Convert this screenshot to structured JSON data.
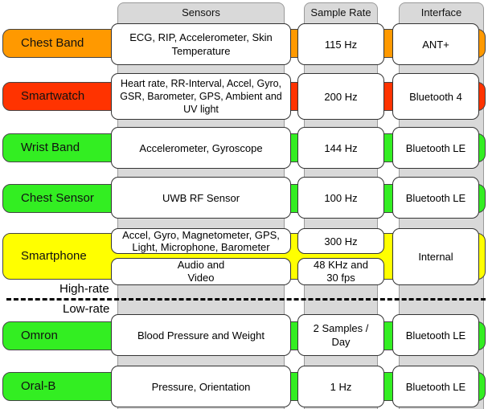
{
  "columns": {
    "sensors": "Sensors",
    "sample_rate": "Sample Rate",
    "interface": "Interface"
  },
  "colors": {
    "orange": "#ff9900",
    "red": "#ff3300",
    "green": "#33ee22",
    "yellow": "#ffff00"
  },
  "devices": [
    {
      "name": "Chest Band",
      "color": "orange",
      "sensors": "ECG, RIP, Accelerometer, Skin Temperature",
      "rate": "115 Hz",
      "interface": "ANT+"
    },
    {
      "name": "Smartwatch",
      "color": "red",
      "sensors": "Heart rate, RR-Interval, Accel, Gyro, GSR, Barometer, GPS, Ambient and UV light",
      "rate": "200 Hz",
      "interface": "Bluetooth 4"
    },
    {
      "name": "Wrist Band",
      "color": "green",
      "sensors": "Accelerometer, Gyroscope",
      "rate": "144 Hz",
      "interface": "Bluetooth LE"
    },
    {
      "name": "Chest Sensor",
      "color": "green",
      "sensors": "UWB RF Sensor",
      "rate": "100 Hz",
      "interface": "Bluetooth LE"
    },
    {
      "name": "Smartphone",
      "color": "yellow",
      "sensors": "Accel, Gyro, Magnetometer, GPS, Light, Microphone, Barometer",
      "rate": "300 Hz",
      "sensors2": "Audio and Video",
      "rate2": "48 KHz and 30 fps",
      "interface": "Internal"
    },
    {
      "name": "Omron",
      "color": "green",
      "sensors": "Blood Pressure and Weight",
      "rate": "2 Samples / Day",
      "interface": "Bluetooth LE"
    },
    {
      "name": "Oral-B",
      "color": "green",
      "sensors": "Pressure, Orientation",
      "rate": "1 Hz",
      "interface": "Bluetooth LE"
    }
  ],
  "divider": {
    "upper_label": "High-rate",
    "lower_label": "Low-rate"
  }
}
